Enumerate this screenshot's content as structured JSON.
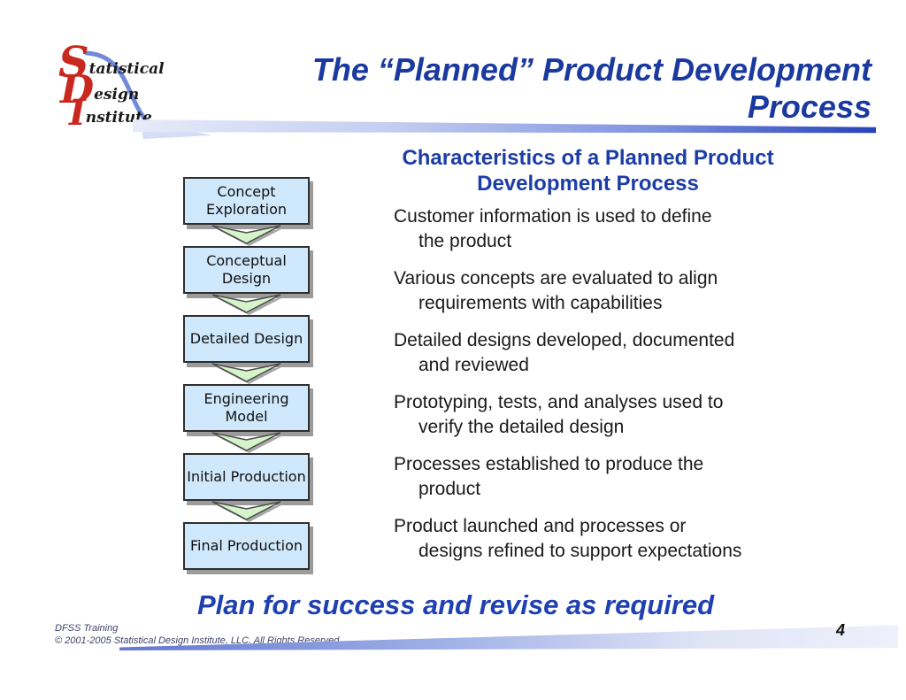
{
  "slide": {
    "type": "presentation-slide",
    "background_color": "#ffffff"
  },
  "logo": {
    "parts": [
      {
        "cap": "S",
        "rest": "tatistical"
      },
      {
        "cap": "D",
        "rest": "esign"
      },
      {
        "cap": "I",
        "rest": "nstitute"
      }
    ],
    "cap_color": "#c8281e",
    "swoosh_color": "#5b74d4"
  },
  "title": {
    "line1": "The “Planned” Product Development",
    "line2": "Process",
    "color": "#1b3a9f"
  },
  "flowchart": {
    "steps": [
      {
        "label": "Concept Exploration"
      },
      {
        "label": "Conceptual Design"
      },
      {
        "label": "Detailed Design"
      },
      {
        "label": "Engineering Model"
      },
      {
        "label": "Initial Production"
      },
      {
        "label": "Final Production"
      }
    ],
    "box_fill": "#cfe8fb",
    "box_border": "#2f2f2f",
    "arrow_fill": "#d5f4ca",
    "arrow_border": "#4a4a4a",
    "shadow_color": "#9b9b9b"
  },
  "characteristics": {
    "heading_line1": "Characteristics of a Planned Product",
    "heading_line2": "Development Process",
    "heading_color": "#1c3da6",
    "items": [
      {
        "line1": "Customer information is used to define",
        "line2": "the product"
      },
      {
        "line1": "Various concepts are evaluated to align",
        "line2": "requirements with capabilities"
      },
      {
        "line1": "Detailed designs developed, documented",
        "line2": "and reviewed"
      },
      {
        "line1": "Prototyping, tests, and analyses used to",
        "line2": "verify the detailed design"
      },
      {
        "line1": "Processes established to produce the",
        "line2": "product"
      },
      {
        "line1": "Product launched and processes or",
        "line2": "designs refined to support expectations"
      }
    ]
  },
  "tagline": {
    "text": "Plan for success and revise as required",
    "color": "#1e40b0"
  },
  "footer": {
    "line1": "DFSS Training",
    "line2": "© 2001-2005 Statistical Design Institute, LLC.  All Rights Reserved.",
    "page_number": "4"
  }
}
